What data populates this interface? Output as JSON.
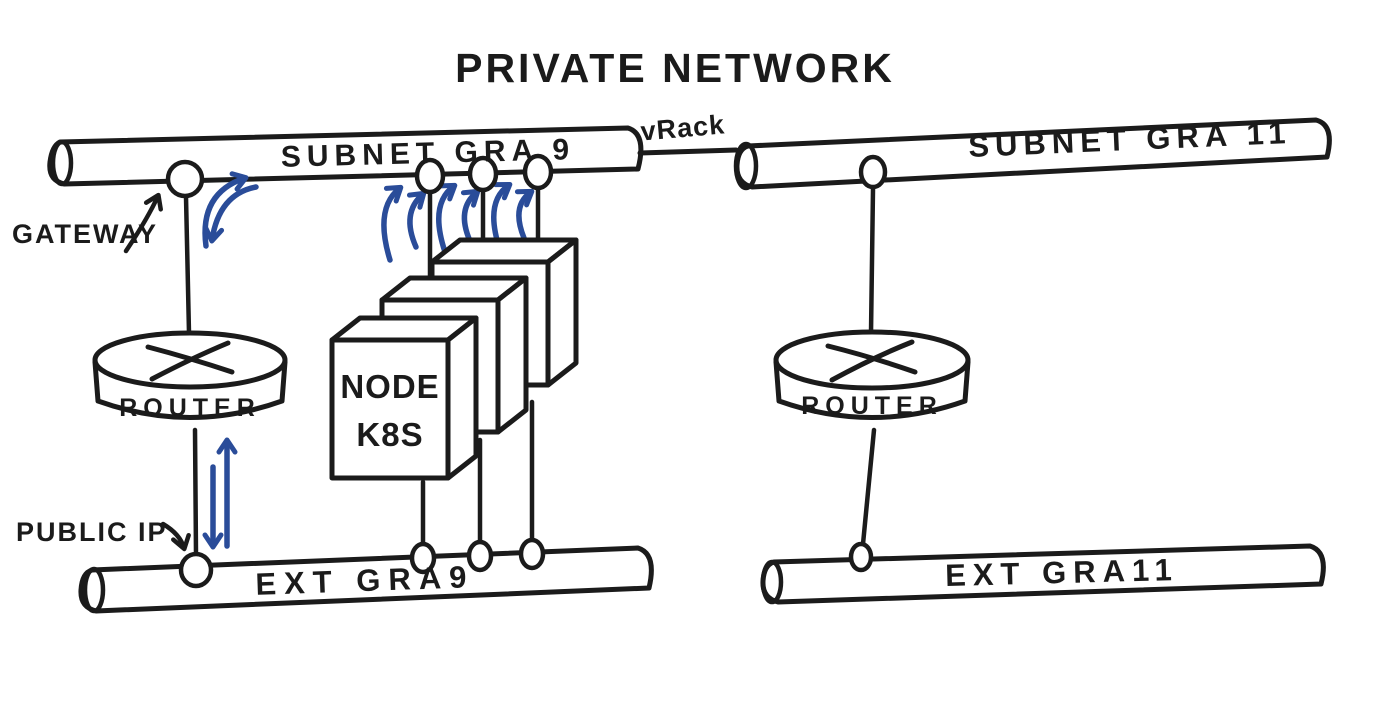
{
  "title": "PRIVATE NETWORK",
  "colors": {
    "ink": "#1b1b1b",
    "arrow_blue": "#2a4c99",
    "paper": "#ffffff"
  },
  "pipes": {
    "subnet_left": "SUBNET GRA 9",
    "subnet_right": "SUBNET GRA 11",
    "ext_left": "EXT GRA9",
    "ext_right": "EXT GRA11"
  },
  "links": {
    "vrack": "vRack"
  },
  "devices": {
    "router_left": "ROUTER",
    "router_right": "ROUTER",
    "k8s_node": {
      "line1": "NODE",
      "line2": "K8S"
    }
  },
  "annotations": {
    "gateway": "GATEWAY",
    "public_ip": "PUBLIC IP"
  }
}
